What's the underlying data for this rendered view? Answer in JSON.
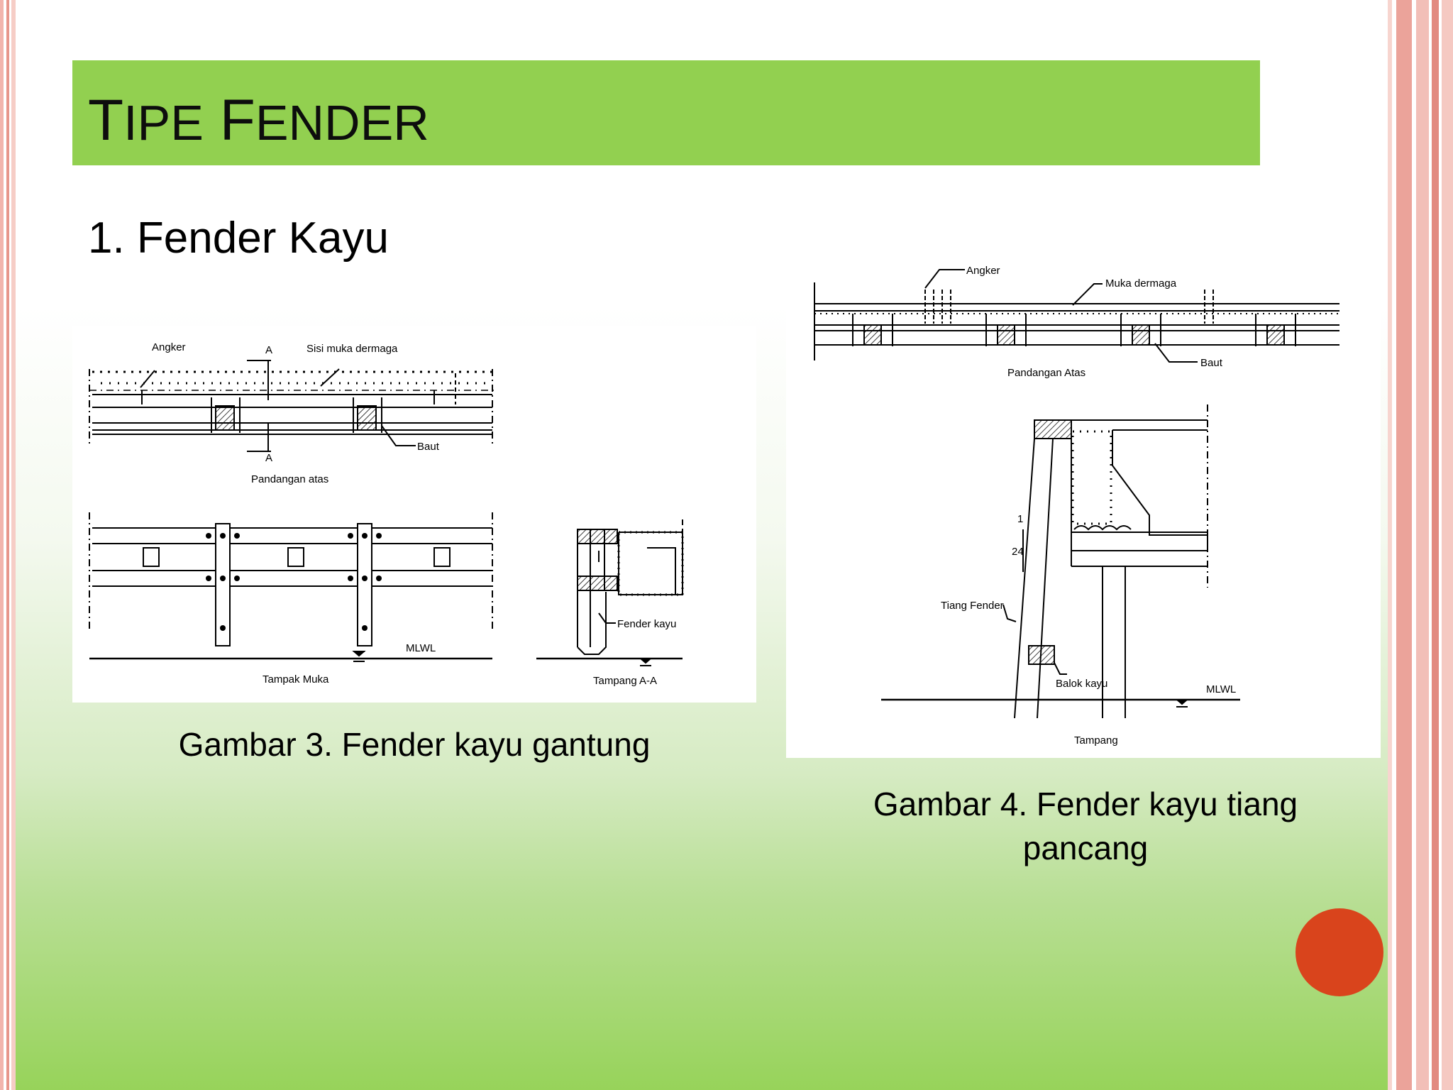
{
  "slide": {
    "title_first_cap": "T",
    "title_first_rest": "IPE",
    "title_second_cap": "F",
    "title_second_rest": "ENDER",
    "subheading": "1. Fender Kayu"
  },
  "figure3": {
    "caption": "Gambar 3. Fender kayu gantung",
    "labels": {
      "angker": "Angker",
      "section_a_top": "A",
      "sisi_muka": "Sisi muka dermaga",
      "baut": "Baut",
      "section_a_bottom": "A",
      "pandangan": "Pandangan atas",
      "mlwl": "MLWL",
      "tampak_muka": "Tampak Muka",
      "fender_kayu": "Fender kayu",
      "tampang": "Tampang A-A"
    }
  },
  "figure4": {
    "caption": "Gambar 4. Fender kayu tiang pancang",
    "labels": {
      "angker": "Angker",
      "muka_dermaga": "Muka dermaga",
      "baut": "Baut",
      "pandangan": "Pandangan Atas",
      "slope_1": "1",
      "slope_24": "24",
      "tiang_fender": "Tiang Fender",
      "balok_kayu": "Balok kayu",
      "mlwl": "MLWL",
      "tampang": "Tampang"
    }
  },
  "colors": {
    "title_band": "#92d050",
    "accent_dot": "#d9441c",
    "border_stripe": "#eba39a"
  }
}
